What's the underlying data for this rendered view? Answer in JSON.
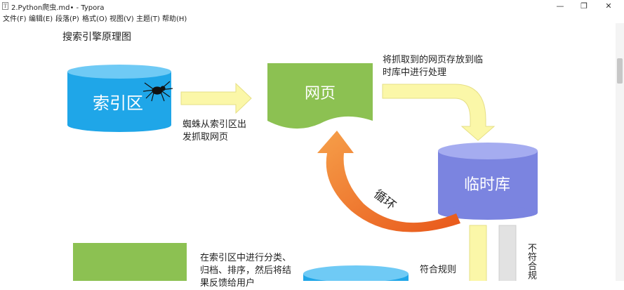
{
  "window": {
    "icon_glyph": "T",
    "title": "2.Python爬虫.md• - Typora",
    "buttons": {
      "minimize": "—",
      "maximize": "❐",
      "close": "✕"
    }
  },
  "menu": [
    "文件(F)",
    "编辑(E)",
    "段落(P)",
    "格式(O)",
    "视图(V)",
    "主题(T)",
    "帮助(H)"
  ],
  "document": {
    "heading": "搜索引擎原理图",
    "diagram": {
      "index_label": "索引区",
      "webpage_label": "网页",
      "temp_label": "临时库",
      "loop_label": "循环",
      "spider_caption": [
        "蜘蛛从索引区出",
        "发抓取网页"
      ],
      "store_caption": [
        "将抓取到的网页存放到临",
        "时库中进行处理"
      ],
      "classify_caption": [
        "在索引区中进行分类、",
        "归档、排序，然后将结",
        "果反馈给用户"
      ],
      "comply_label": "符合规则",
      "noncomply_label": "不符合规"
    },
    "colors": {
      "blue": "#1fa6e8",
      "green": "#8cc152",
      "purple": "#7b84e0",
      "yellow": "#fbf7a8",
      "orange": "#f0741f",
      "gray": "#dddddd"
    }
  }
}
